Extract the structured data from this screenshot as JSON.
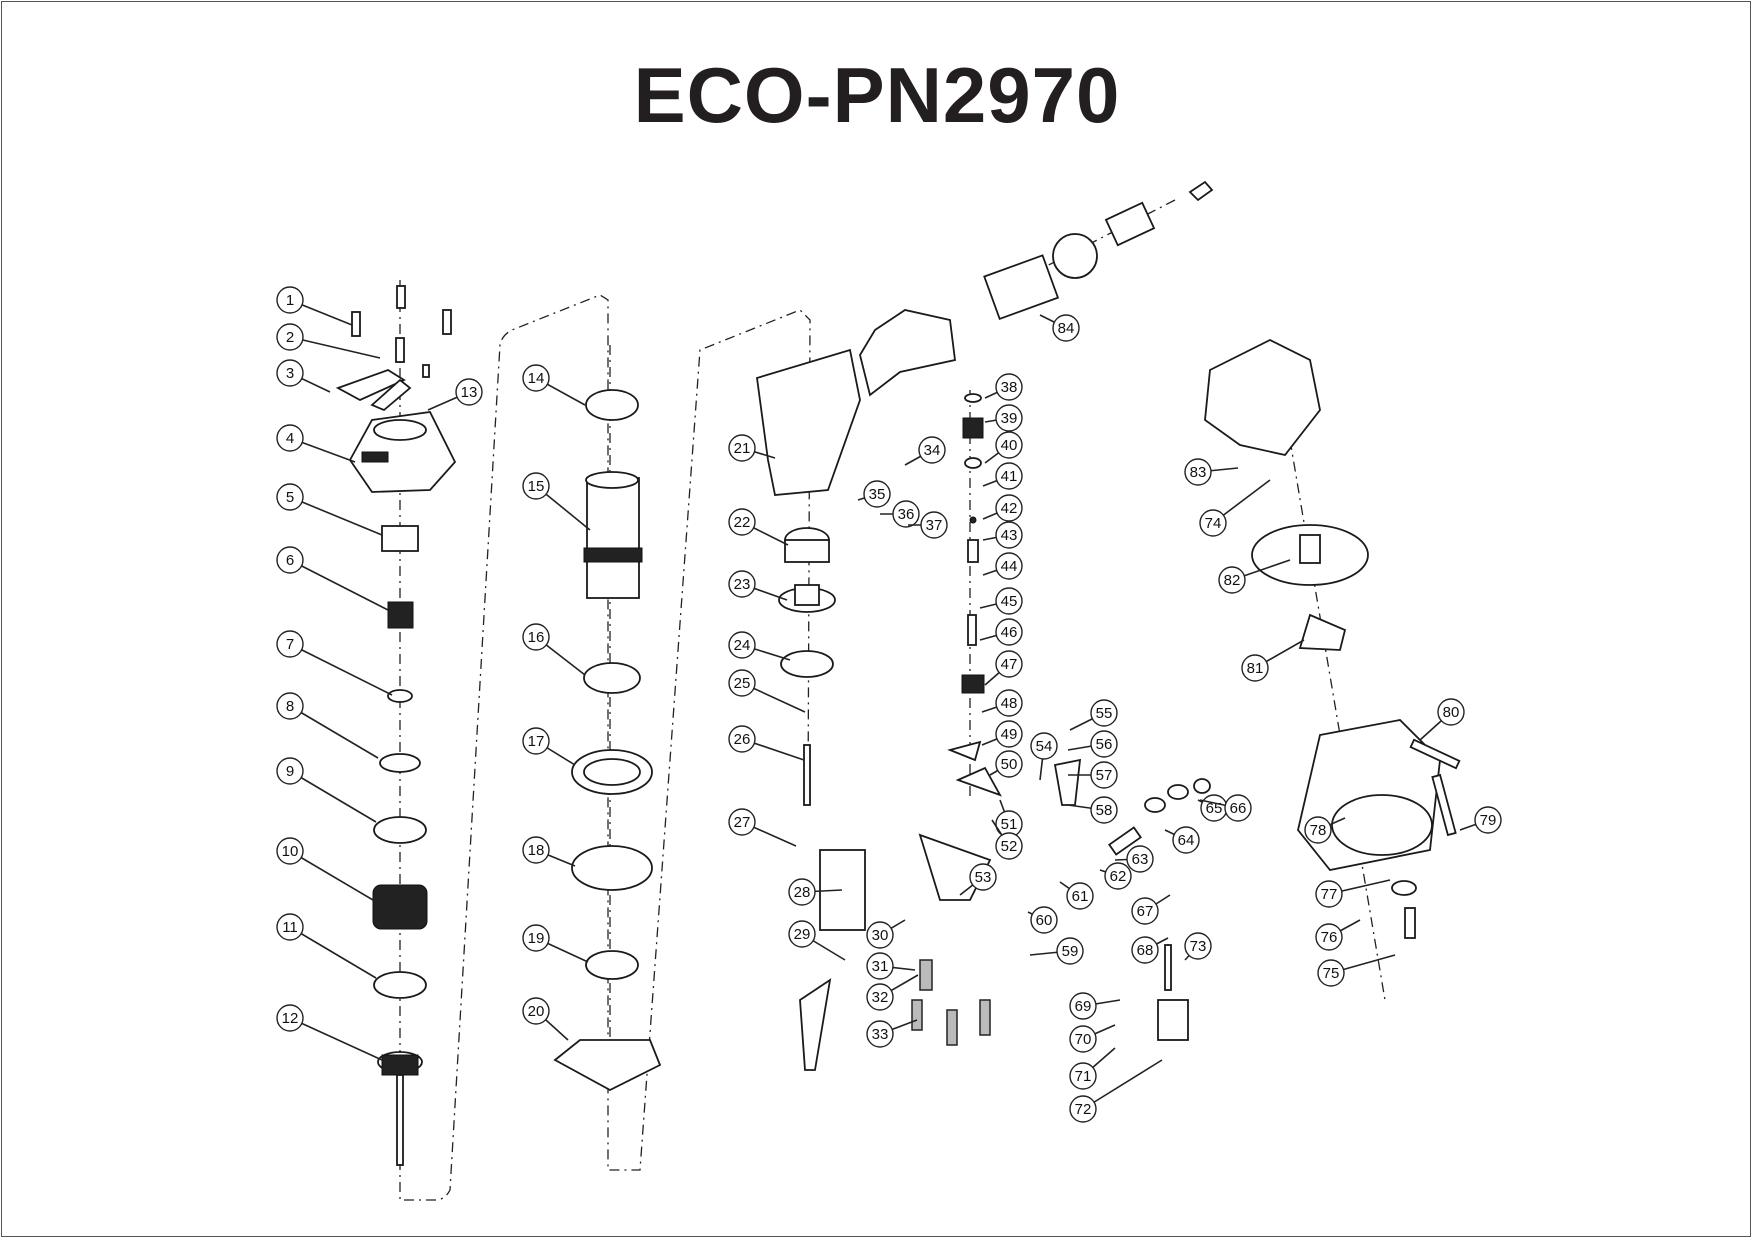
{
  "title": "ECO-PN2970",
  "callouts": [
    "1",
    "2",
    "3",
    "4",
    "5",
    "6",
    "7",
    "8",
    "9",
    "10",
    "11",
    "12",
    "13",
    "14",
    "15",
    "16",
    "17",
    "18",
    "19",
    "20",
    "21",
    "22",
    "23",
    "24",
    "25",
    "26",
    "27",
    "28",
    "29",
    "30",
    "31",
    "32",
    "33",
    "34",
    "35",
    "36",
    "37",
    "38",
    "39",
    "40",
    "41",
    "42",
    "43",
    "44",
    "45",
    "46",
    "47",
    "48",
    "49",
    "50",
    "51",
    "52",
    "53",
    "54",
    "55",
    "56",
    "57",
    "58",
    "59",
    "60",
    "61",
    "62",
    "63",
    "64",
    "65",
    "66",
    "67",
    "68",
    "69",
    "70",
    "71",
    "72",
    "73",
    "74",
    "75",
    "76",
    "77",
    "78",
    "79",
    "80",
    "81",
    "82",
    "83",
    "84"
  ],
  "colors": {
    "ink": "#222222",
    "title": "#231f20",
    "background": "#ffffff"
  }
}
